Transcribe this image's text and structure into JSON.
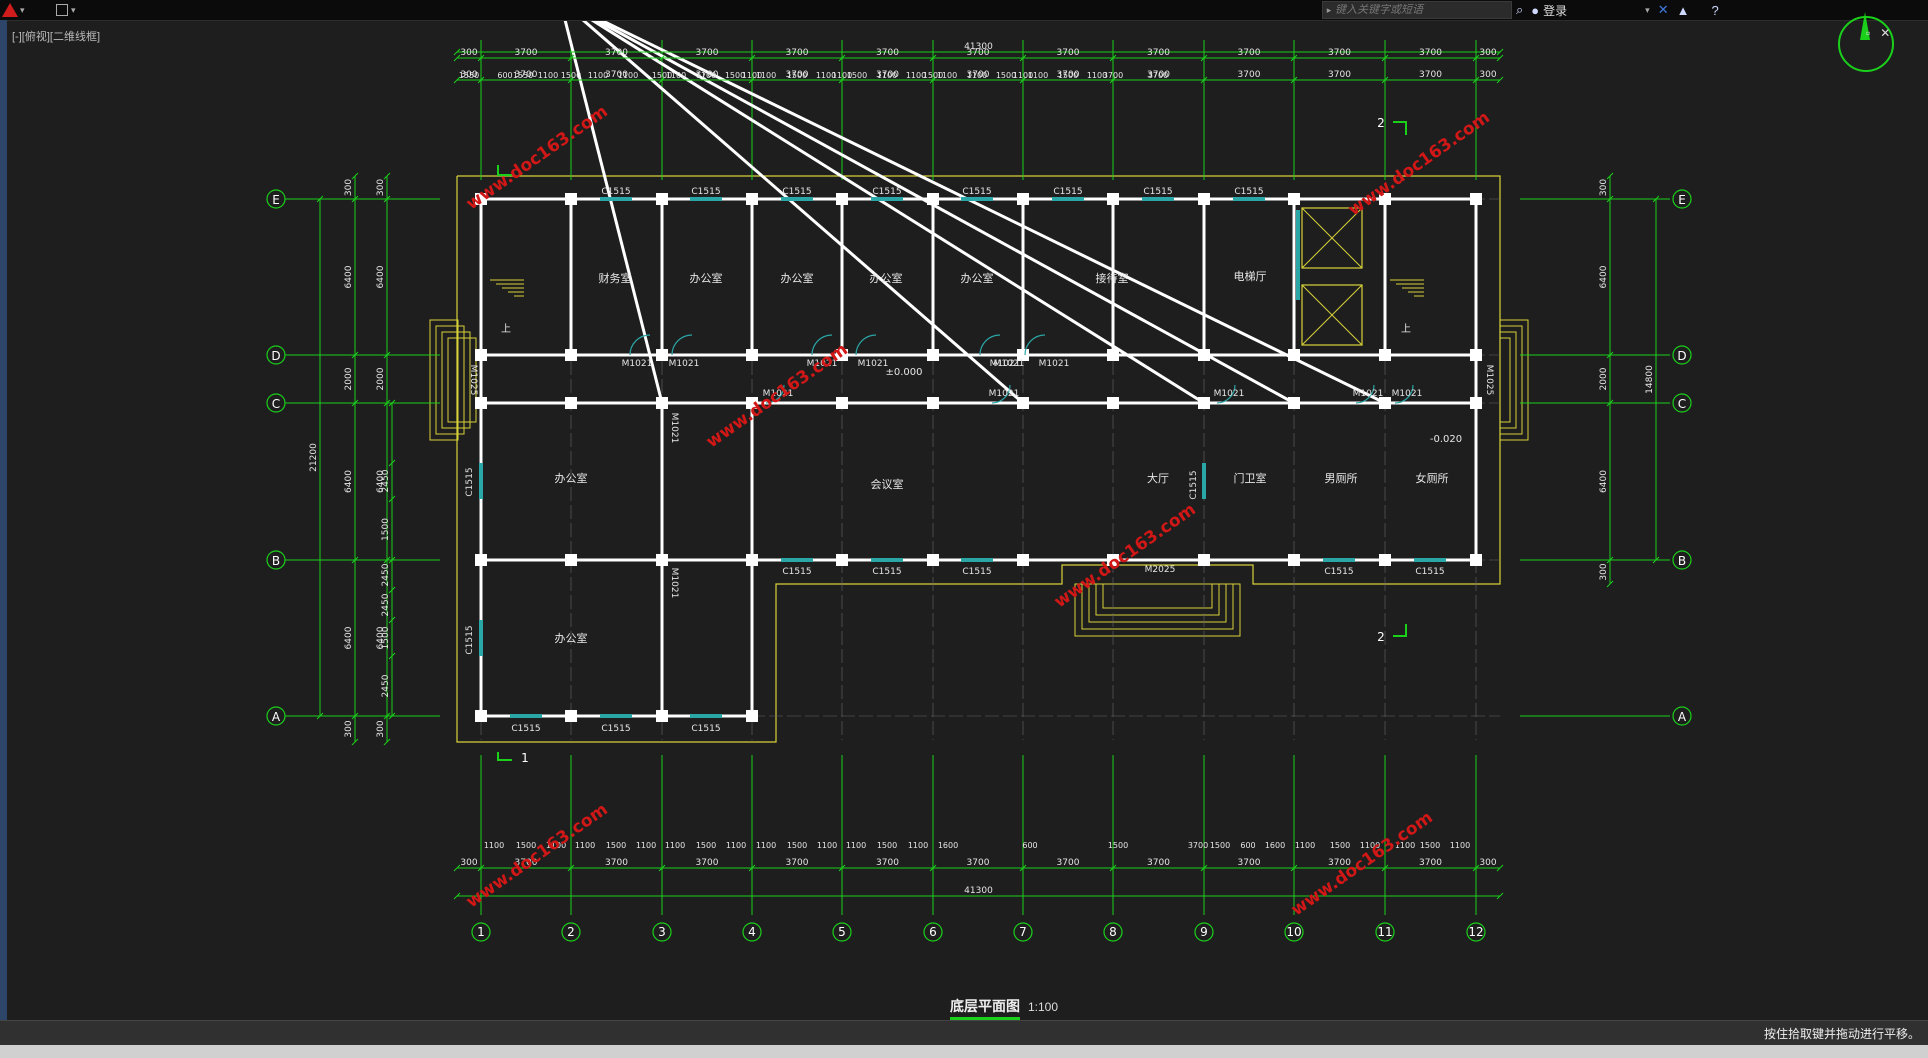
{
  "window": {
    "search_placeholder": "键入关键字或短语",
    "login_label": "登录",
    "view_label": "[-][俯视][二维线框]",
    "status_text": "按住拾取键并拖动进行平移。"
  },
  "drawing": {
    "title": "底层平面图",
    "scale": "1:100",
    "axes_x": [
      "1",
      "2",
      "3",
      "4",
      "5",
      "6",
      "7",
      "8",
      "9",
      "10",
      "11",
      "12"
    ],
    "axes_y": [
      "E",
      "D",
      "C",
      "B",
      "A"
    ],
    "top_total": "41300",
    "bottom_total": "41300",
    "edge_offset": "300",
    "spacing_major": [
      "3700",
      "3700",
      "3700",
      "3700",
      "3700",
      "3700",
      "3700",
      "3700",
      "3700",
      "3700",
      "3700"
    ],
    "top_detail": [
      "1550",
      "600",
      "1550",
      "1100",
      "1500",
      "1100",
      "1100",
      "1500",
      "1100",
      "1100",
      "1500",
      "1100",
      "1100",
      "1500",
      "1100",
      "1100",
      "1500",
      "1100",
      "1100",
      "1500",
      "1100",
      "1100",
      "1500",
      "1100",
      "1100",
      "1500",
      "1100",
      "3700",
      "3700"
    ],
    "bottom_detail": [
      "1100",
      "1500",
      "1100",
      "1100",
      "1500",
      "1100",
      "1100",
      "1500",
      "1100",
      "1100",
      "1500",
      "1100",
      "1100",
      "1500",
      "1100",
      "1600",
      "600",
      "1500",
      "3700",
      "1500",
      "600",
      "1600",
      "1100",
      "1500",
      "1100",
      "1100",
      "1500",
      "1100"
    ],
    "left_dims_outer": [
      "300",
      "6400",
      "2000",
      "6400",
      "6400",
      "300"
    ],
    "left_total": "21200",
    "left_dims_inner": [
      "2450",
      "1500",
      "2450",
      "2450",
      "1500",
      "2450"
    ],
    "right_dims": [
      "300",
      "6400",
      "2000",
      "6400",
      "300"
    ],
    "right_total": "14800",
    "rooms": [
      "财务室",
      "办公室",
      "办公室",
      "办公室",
      "办公室",
      "接待室",
      "电梯厅",
      "办公室",
      "会议室",
      "大厅",
      "门卫室",
      "男厕所",
      "女厕所",
      "办公室"
    ],
    "windows": [
      "C1515",
      "C1515",
      "C1515",
      "C1515",
      "C1515",
      "C1515",
      "C1515",
      "C1515",
      "C1515",
      "C1515",
      "C1515",
      "C1515",
      "C1515",
      "C1515",
      "C1515",
      "C1515",
      "C1515",
      "C1515",
      "C1515"
    ],
    "doors": [
      "M1021",
      "M1021",
      "M1021",
      "M1021",
      "M1021",
      "M1021",
      "M1021",
      "M1021",
      "M1021",
      "M1021",
      "M1021",
      "M1021",
      "M1021",
      "M1021",
      "M1025",
      "M1025",
      "M2025"
    ],
    "elevations": [
      "±0.000",
      "-0.020"
    ],
    "stair_label": "上",
    "section_marks": [
      "1",
      "2",
      "2"
    ],
    "watermark": "www.doc163.com"
  },
  "colors": {
    "grid_green": "#1bd01b",
    "wall_white": "#ffffff",
    "outline_yellow": "#d8d23a",
    "window_cyan": "#2aa6a6",
    "watermark_red": "#d21717"
  }
}
